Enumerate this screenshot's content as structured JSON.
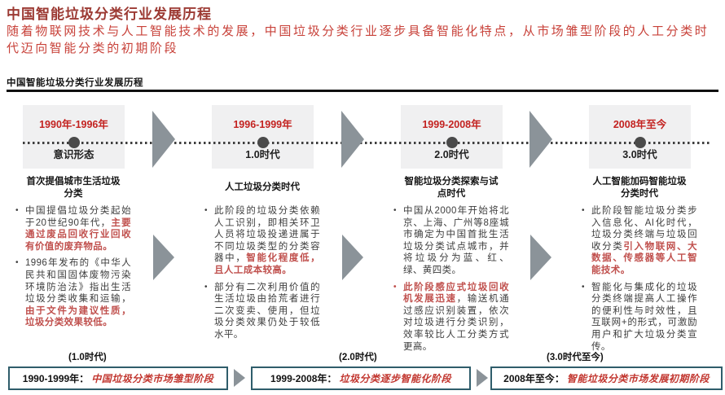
{
  "header": {
    "title": "中国智能垃圾分类行业发展历程",
    "subtitle": "随着物联网技术与人工智能技术的发展，中国垃圾分类行业逐步具备智能化特点，从市场雏型阶段的人工分类时代迈向智能分类的初期阶段",
    "section_header": "中国智能垃圾分类行业发展历程"
  },
  "colors": {
    "title_red": "#9c3a33",
    "subtitle_red": "#c8423a",
    "year_red": "#c32220",
    "emphasis_red": "#c0504d",
    "phase_red": "#c23730",
    "arrow_gray": "#8b9399",
    "stage_box_gray": "#f0f0f1",
    "footer_border_teal": "#2f5d6b"
  },
  "timeline": {
    "stages": [
      {
        "period": "1990年-1996年",
        "era": "意识形态",
        "heading": "首次提倡城市生活垃圾分类",
        "bullets": [
          {
            "marker_em": false,
            "parts": [
              {
                "text": "中国提倡垃圾分类起始于20世纪90年代，",
                "em": false
              },
              {
                "text": "主要通过废品回收行业回收有价值的废弃物品。",
                "em": true
              }
            ]
          },
          {
            "marker_em": false,
            "parts": [
              {
                "text": "1996年发布的《中华人民共和国固体废物污染环境防治法》指出生活垃圾分类收集和运输，",
                "em": false
              },
              {
                "text": "由于文件为建议性质，垃圾分类效果较低。",
                "em": true
              }
            ]
          }
        ]
      },
      {
        "period": "1996-1999年",
        "era": "1.0时代",
        "heading": "人工垃圾分类时代",
        "bullets": [
          {
            "marker_em": false,
            "parts": [
              {
                "text": "此阶段的垃圾分类依赖人工识别，即相关环卫人员将垃圾投递进属于不同垃圾类型的分类容器中，",
                "em": false
              },
              {
                "text": "智能化程度低，且人工成本较高。",
                "em": true
              }
            ]
          },
          {
            "marker_em": false,
            "parts": [
              {
                "text": "部分有二次利用价值的生活垃圾由拾荒者进行二次变卖、使用，但垃圾分类效果仍处于较低水平。",
                "em": false
              }
            ]
          }
        ]
      },
      {
        "period": "1999-2008年",
        "era": "2.0时代",
        "heading": "智能垃圾分类探索与试点时代",
        "bullets": [
          {
            "marker_em": false,
            "parts": [
              {
                "text": "中国从2000年开始将北京、上海、广州等8座城市确定为中国首批生活垃圾分类试点城市，并将垃圾分为蓝、红、绿、黄四类。",
                "em": false
              }
            ]
          },
          {
            "marker_em": true,
            "parts": [
              {
                "text": "此阶段感应式垃圾回收机发展迅速",
                "em": true
              },
              {
                "text": "，输送机通过感应识别装置，依次对垃圾进行分类识别，效率较比人工分类方式更高。",
                "em": false
              }
            ]
          }
        ]
      },
      {
        "period": "2008年至今",
        "era": "3.0时代",
        "heading": "人工智能加码智能垃圾分类时代",
        "bullets": [
          {
            "marker_em": false,
            "parts": [
              {
                "text": "此阶段智能垃圾分类步入信息化、AI化时代，垃圾分类终端与垃圾回收分类",
                "em": false
              },
              {
                "text": "引入物联网、大数据、传感器等人工智能技术。",
                "em": true
              }
            ]
          },
          {
            "marker_em": false,
            "parts": [
              {
                "text": "智能化与集成化的垃圾分类终端提高人工操作的便利性与时效性，且互联网+的形式，可激励用户和扩大垃圾分类宣传。",
                "em": false
              }
            ]
          }
        ]
      }
    ]
  },
  "footer": {
    "era_labels": [
      "(1.0时代)",
      "(2.0时代)",
      "(3.0时代至今)"
    ],
    "phases": [
      {
        "prefix": "1990-1999年：",
        "label": "中国垃圾分类市场雏型阶段"
      },
      {
        "prefix": "1999-2008年：",
        "label": "垃圾分类逐步智能化阶段"
      },
      {
        "prefix": "2008年至今：",
        "label": "智能垃圾分类市场发展初期阶段"
      }
    ]
  }
}
